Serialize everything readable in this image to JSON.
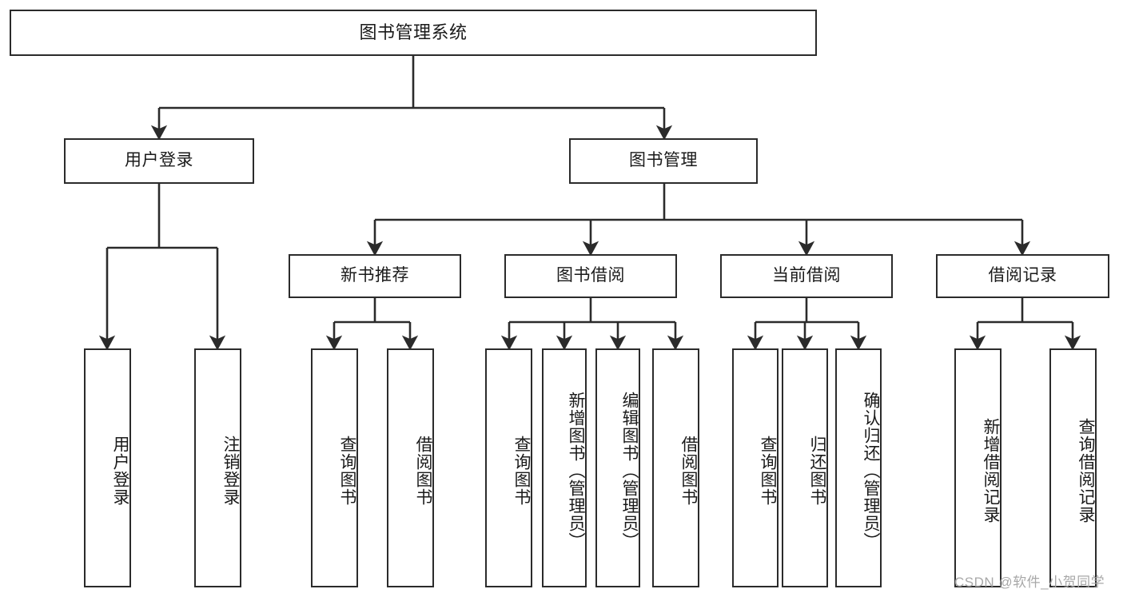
{
  "diagram": {
    "type": "tree-hierarchy",
    "title": "图书管理系统",
    "root": {
      "label": "图书管理系统"
    },
    "level2": [
      {
        "id": "user-login",
        "label": "用户登录"
      },
      {
        "id": "book-management",
        "label": "图书管理"
      }
    ],
    "level3": [
      {
        "id": "new-book-recommend",
        "label": "新书推荐",
        "parent": "book-management"
      },
      {
        "id": "book-borrow",
        "label": "图书借阅",
        "parent": "book-management"
      },
      {
        "id": "current-borrow",
        "label": "当前借阅",
        "parent": "book-management"
      },
      {
        "id": "borrow-record",
        "label": "借阅记录",
        "parent": "book-management"
      }
    ],
    "leaves": [
      {
        "id": "leaf-user-login",
        "label": "用户登录",
        "parent": "user-login"
      },
      {
        "id": "leaf-logout-login",
        "label": "注销登录",
        "parent": "user-login"
      },
      {
        "id": "leaf-query-book-1",
        "label": "查询图书",
        "parent": "new-book-recommend"
      },
      {
        "id": "leaf-borrow-book-1",
        "label": "借阅图书",
        "parent": "new-book-recommend"
      },
      {
        "id": "leaf-query-book-2",
        "label": "查询图书",
        "parent": "book-borrow"
      },
      {
        "id": "leaf-add-book",
        "label": "新增图书（管理员）",
        "parent": "book-borrow"
      },
      {
        "id": "leaf-edit-book",
        "label": "编辑图书（管理员）",
        "parent": "book-borrow"
      },
      {
        "id": "leaf-borrow-book-2",
        "label": "借阅图书",
        "parent": "book-borrow"
      },
      {
        "id": "leaf-query-book-3",
        "label": "查询图书",
        "parent": "current-borrow"
      },
      {
        "id": "leaf-return-book",
        "label": "归还图书",
        "parent": "current-borrow"
      },
      {
        "id": "leaf-confirm-return",
        "label": "确认归还（管理员）",
        "parent": "current-borrow"
      },
      {
        "id": "leaf-add-borrow-record",
        "label": "新增借阅记录",
        "parent": "borrow-record"
      },
      {
        "id": "leaf-query-borrow-record",
        "label": "查询借阅记录",
        "parent": "borrow-record"
      }
    ],
    "watermark": "CSDN @软件_小贺同学",
    "colors": {
      "stroke": "#2b2b2b",
      "fill": "#ffffff",
      "text": "#1a1a1a",
      "watermark": "#a8a8a8"
    }
  }
}
